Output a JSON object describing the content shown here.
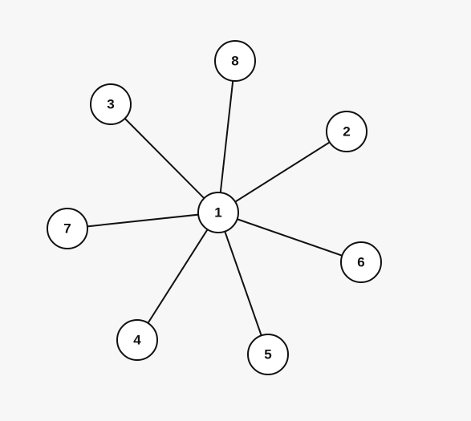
{
  "graph": {
    "center": "1",
    "nodes": [
      {
        "id": "1",
        "label": "1"
      },
      {
        "id": "2",
        "label": "2"
      },
      {
        "id": "3",
        "label": "3"
      },
      {
        "id": "4",
        "label": "4"
      },
      {
        "id": "5",
        "label": "5"
      },
      {
        "id": "6",
        "label": "6"
      },
      {
        "id": "7",
        "label": "7"
      },
      {
        "id": "8",
        "label": "8"
      }
    ],
    "edges": [
      {
        "source": "1",
        "target": "8"
      },
      {
        "source": "1",
        "target": "3"
      },
      {
        "source": "1",
        "target": "2"
      },
      {
        "source": "1",
        "target": "7"
      },
      {
        "source": "1",
        "target": "6"
      },
      {
        "source": "1",
        "target": "4"
      },
      {
        "source": "1",
        "target": "5"
      }
    ],
    "colors": {
      "background": "#f7f7f7",
      "node_fill": "#ffffff",
      "stroke": "#111111"
    }
  }
}
